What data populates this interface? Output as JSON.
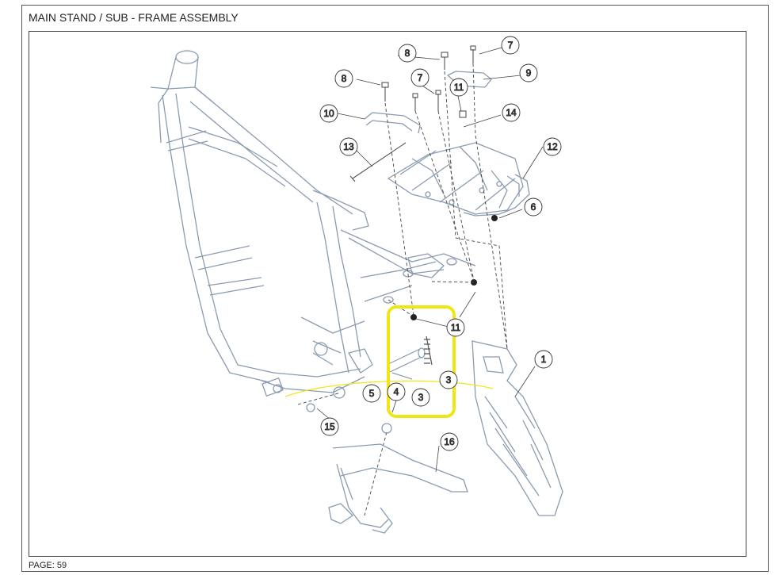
{
  "document": {
    "title": "MAIN STAND / SUB - FRAME ASSEMBLY",
    "page_label": "PAGE: 59"
  },
  "colors": {
    "line": "#8a9bb0",
    "callout": "#333333",
    "highlight": "#f0e617"
  },
  "callouts": [
    {
      "id": "c1",
      "label": "1"
    },
    {
      "id": "c3",
      "label": "3"
    },
    {
      "id": "c3b",
      "label": "3"
    },
    {
      "id": "c4",
      "label": "4"
    },
    {
      "id": "c5",
      "label": "5"
    },
    {
      "id": "c6",
      "label": "6"
    },
    {
      "id": "c7a",
      "label": "7"
    },
    {
      "id": "c7b",
      "label": "7"
    },
    {
      "id": "c8a",
      "label": "8"
    },
    {
      "id": "c8b",
      "label": "8"
    },
    {
      "id": "c9",
      "label": "9"
    },
    {
      "id": "c10",
      "label": "10"
    },
    {
      "id": "c11a",
      "label": "11"
    },
    {
      "id": "c11b",
      "label": "11"
    },
    {
      "id": "c12",
      "label": "12"
    },
    {
      "id": "c13",
      "label": "13"
    },
    {
      "id": "c14",
      "label": "14"
    },
    {
      "id": "c15",
      "label": "15"
    },
    {
      "id": "c16",
      "label": "16"
    }
  ]
}
